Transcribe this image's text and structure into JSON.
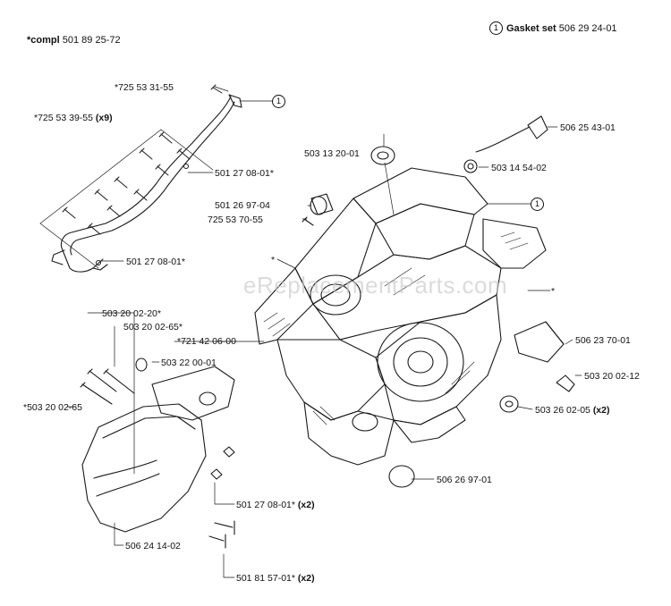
{
  "header": {
    "compl_prefix": "*compl",
    "compl_number": "501 89 25-72",
    "ref_symbol": "1",
    "gasket_label": "Gasket set",
    "gasket_number": "506 29 24-01"
  },
  "watermark": "eReplacementParts.com",
  "callouts": {
    "c1": "1",
    "c2": "1"
  },
  "parts": {
    "p01": {
      "number": "*725 53 31-55",
      "qty": ""
    },
    "p02": {
      "number": "*725 53 39-55",
      "qty": "(x9)"
    },
    "p03": {
      "number": "501 27 08-01*",
      "qty": ""
    },
    "p04": {
      "number": "501 27 08-01*",
      "qty": ""
    },
    "p05": {
      "number": "503 13 20-01",
      "qty": ""
    },
    "p06": {
      "number": "501 26 97-04",
      "qty": ""
    },
    "p07": {
      "number": "725 53 70-55",
      "qty": ""
    },
    "p08": {
      "number": "506 25 43-01",
      "qty": ""
    },
    "p09": {
      "number": "503 14 54-02",
      "qty": ""
    },
    "p10": {
      "number": "503 20 02-20*",
      "qty": ""
    },
    "p11": {
      "number": "503 20 02-65*",
      "qty": ""
    },
    "p12": {
      "number": "*721 42 06-00",
      "qty": ""
    },
    "p13": {
      "number": "503 22 00-01",
      "qty": ""
    },
    "p14": {
      "number": "*503 20 02-65",
      "qty": ""
    },
    "p15": {
      "number": "506 23 70-01",
      "qty": ""
    },
    "p16": {
      "number": "503 20 02-12",
      "qty": ""
    },
    "p17": {
      "number": "503 26 02-05",
      "qty": "(x2)"
    },
    "p18": {
      "number": "506 26 97-01",
      "qty": ""
    },
    "p19": {
      "number": "501 27 08-01*",
      "qty": "(x2)"
    },
    "p20": {
      "number": "506 24 14-02",
      "qty": ""
    },
    "p21": {
      "number": "501 81 57-01*",
      "qty": "(x2)"
    }
  },
  "markers": {
    "m1": "*",
    "m2": "*"
  }
}
